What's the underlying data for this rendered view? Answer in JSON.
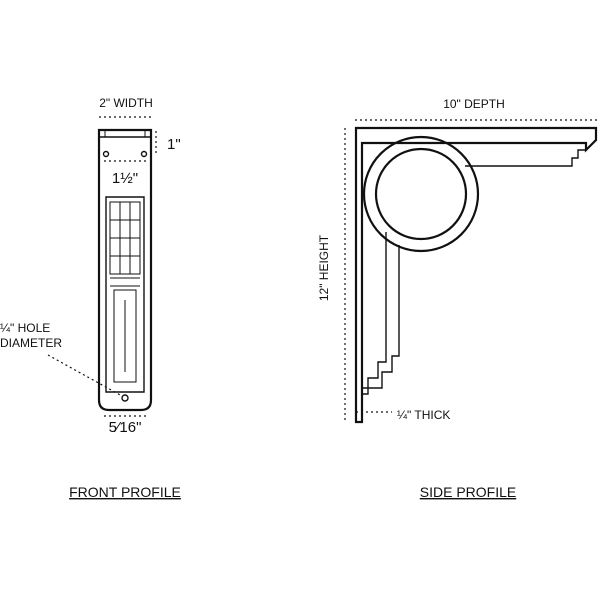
{
  "front_profile": {
    "width_label": "2\" WIDTH",
    "top_label": "1\"",
    "mid_label": "1½\"",
    "bottom_label": "5⁄16\"",
    "hole_label_line1": "¼\" HOLE",
    "hole_label_line2": "DIAMETER",
    "caption": "FRONT PROFILE"
  },
  "side_profile": {
    "depth_label": "10\" DEPTH",
    "height_label": "12\" HEIGHT",
    "thick_label": "¼\" THICK",
    "caption": "SIDE PROFILE"
  },
  "colors": {
    "ink": "#111111",
    "background": "#ffffff"
  }
}
